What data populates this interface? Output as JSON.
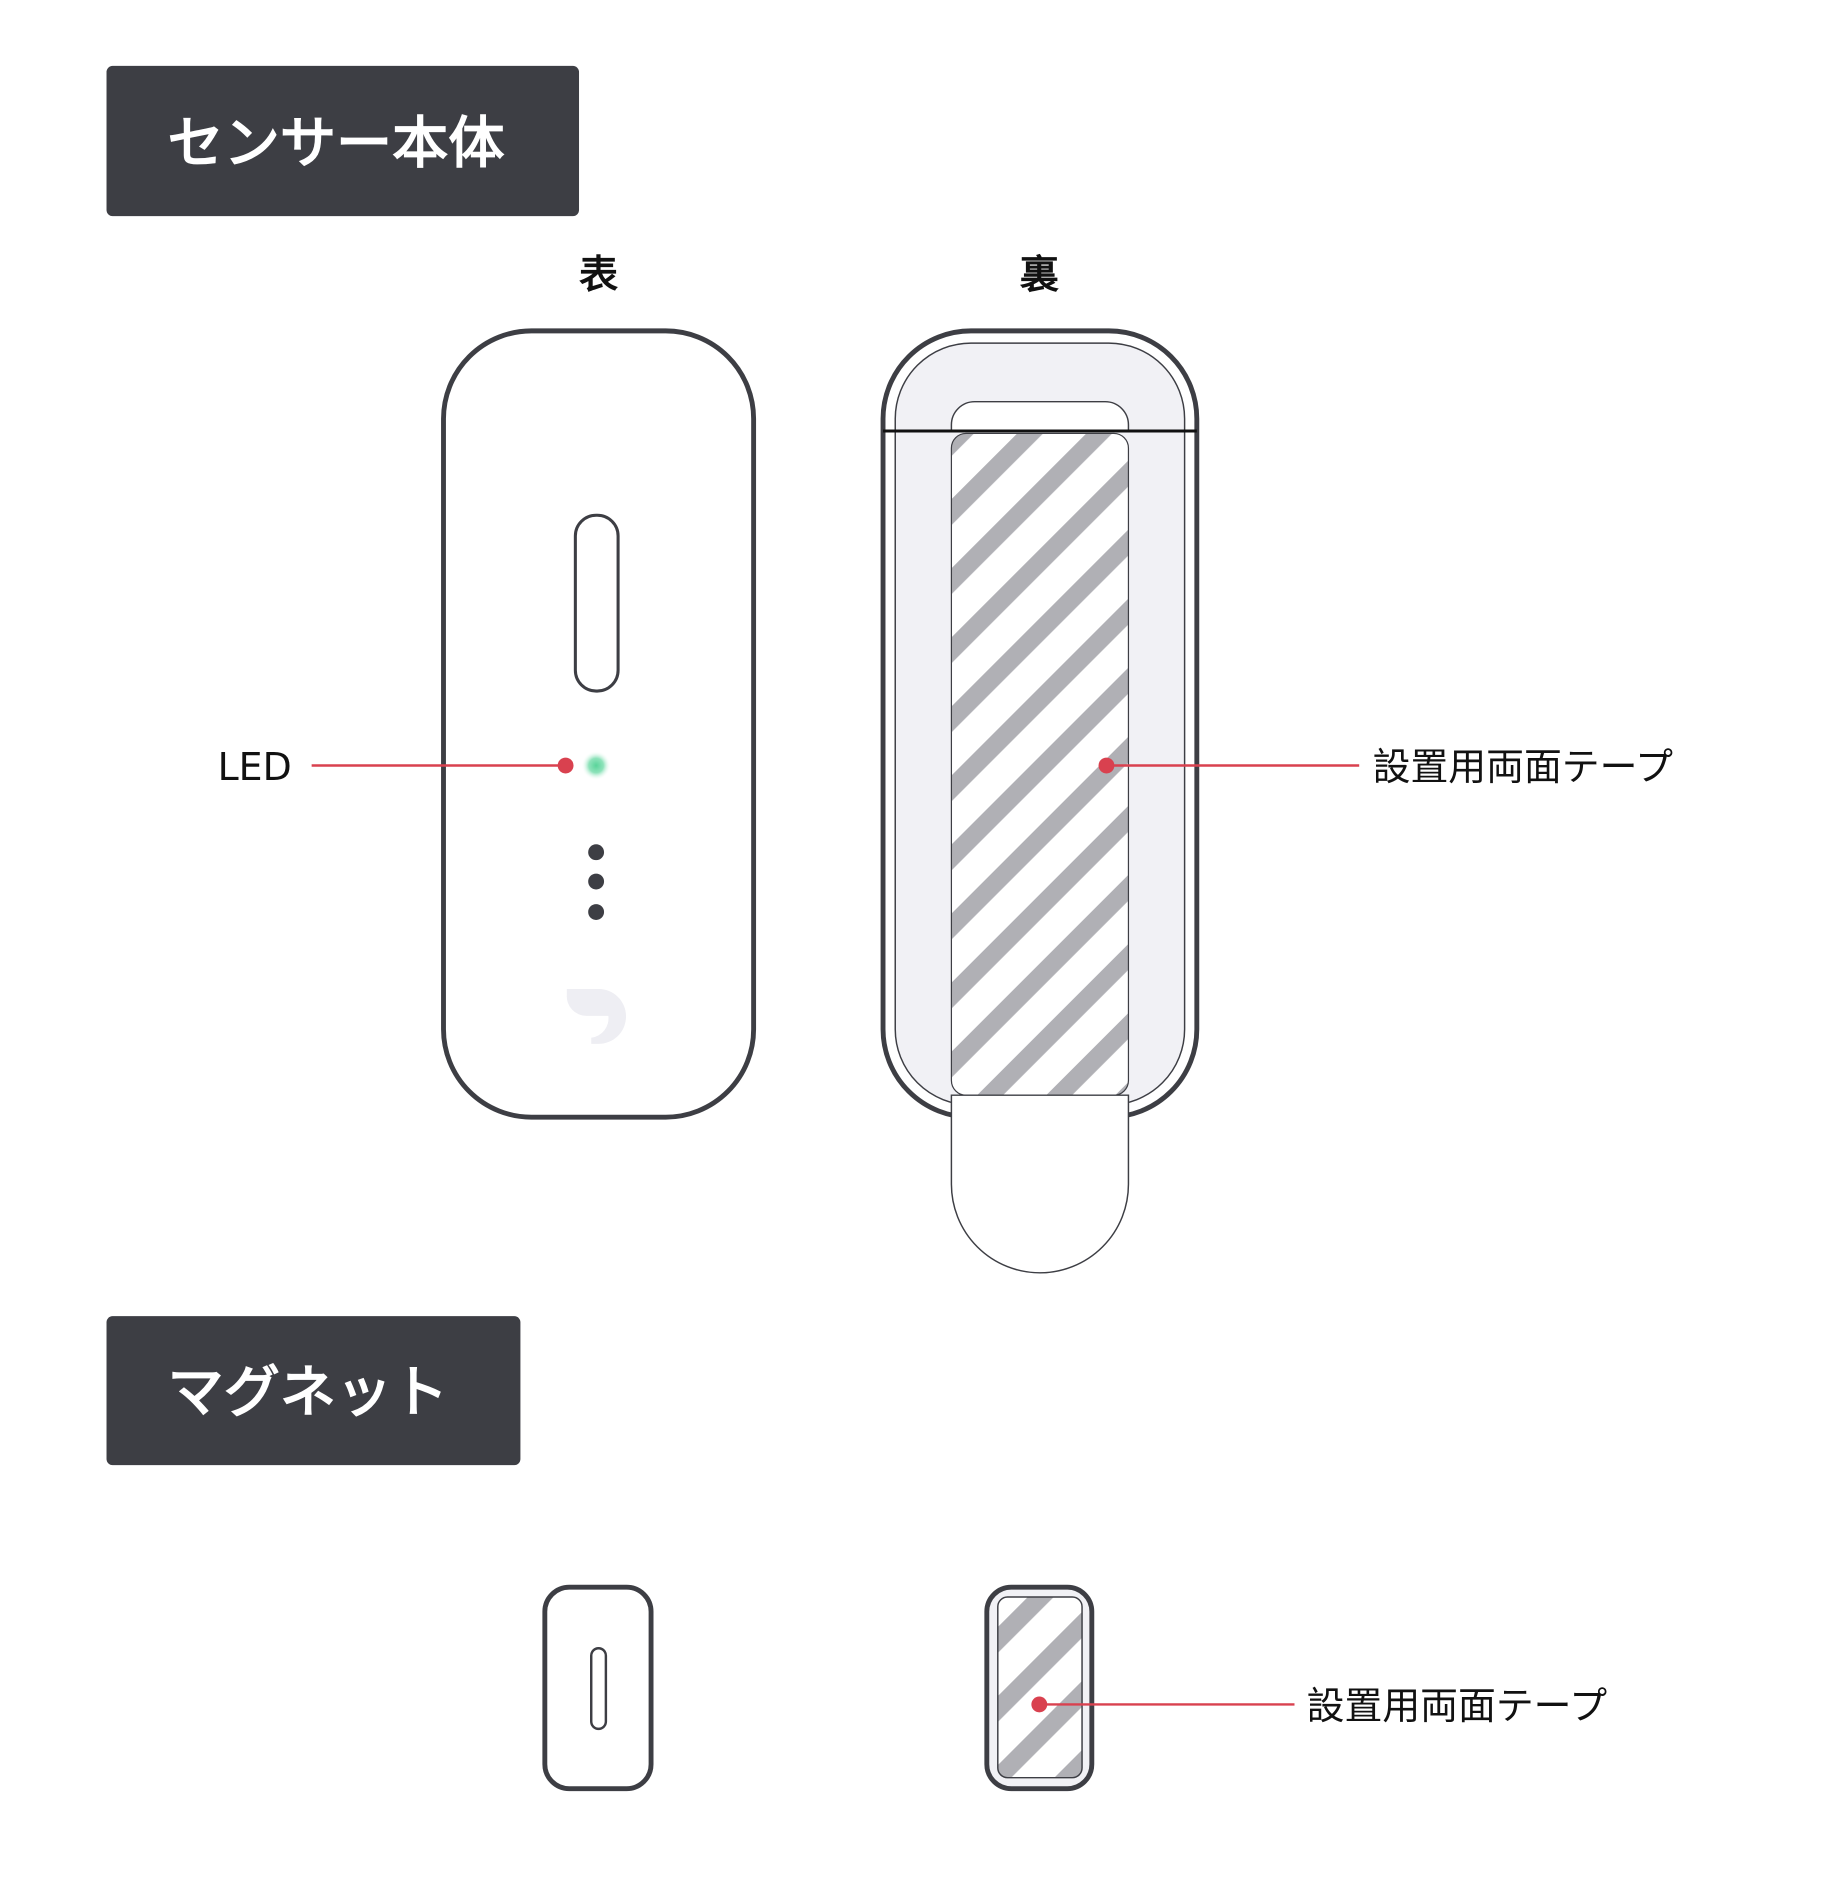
{
  "sections": {
    "sensor": {
      "title": "センサー本体",
      "front_label": "表",
      "back_label": "裏",
      "led_label": "LED",
      "tape_label": "設置用両面テープ"
    },
    "magnet": {
      "title": "マグネット",
      "tape_label": "設置用両面テープ"
    }
  },
  "colors": {
    "header_bg": "#3d3e44",
    "outline": "#3d3e44",
    "callout": "#d9414f",
    "led": "#5ad49a",
    "back_fill": "#f1f1f5",
    "stripe": "#b0b0b5"
  }
}
